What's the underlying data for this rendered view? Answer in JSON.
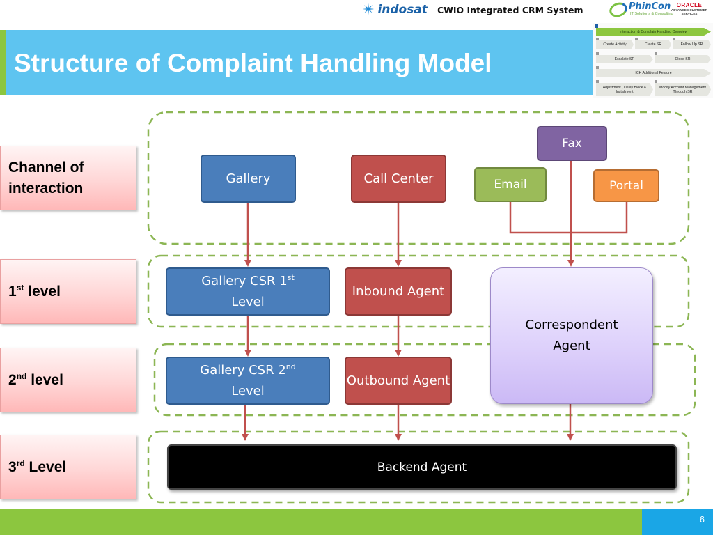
{
  "header": {
    "brand": "indosat",
    "system_title": "CWIO Integrated CRM System",
    "partner_logo_name": "PhinCon",
    "partner_logo_sub": "IT Solutions & Consulting",
    "oracle_logo_name": "ORACLE",
    "oracle_logo_sub": "ADVANCED CUSTOMER SERVICES"
  },
  "title": "Structure of Complaint Handling Model",
  "minimap": {
    "overview": "Interaction & Complain Handling Overview",
    "create_activity": "Create Activity",
    "create_sr": "Create SR",
    "follow_up_sr": "Follow Up SR",
    "escalate_sr": "Escalate SR",
    "close_sr": "Close SR",
    "ich_feature": "ICH Additional Feature",
    "adjustment": "Adjustment , Delay Block & Installment",
    "modify_account": "Modify Account Management Through SR"
  },
  "levels": [
    {
      "main": "Channel of interaction",
      "sup": "",
      "rest": ""
    },
    {
      "main": "1",
      "sup": "st",
      "rest": " level"
    },
    {
      "main": "2",
      "sup": "nd",
      "rest": " level"
    },
    {
      "main": "3",
      "sup": "rd",
      "rest": " Level"
    }
  ],
  "nodes": {
    "gallery": "Gallery",
    "call_center": "Call Center",
    "fax": "Fax",
    "email": "Email",
    "portal": "Portal",
    "gallery_csr1": {
      "pre": "Gallery CSR 1",
      "sup": "st",
      "post": "Level"
    },
    "inbound": "Inbound Agent",
    "gallery_csr2": {
      "pre": "Gallery CSR 2",
      "sup": "nd",
      "post": "Level"
    },
    "outbound": "Outbound Agent",
    "correspondent": "Correspondent Agent",
    "backend": "Backend Agent"
  },
  "colors": {
    "title_band": "#5ec4f0",
    "accent_green": "#8cc63f",
    "node_blue": "#4a7ebb",
    "node_red": "#c0504d",
    "arrow": "#c0504d",
    "dashed_border": "#8cb654"
  },
  "page_number": "6"
}
